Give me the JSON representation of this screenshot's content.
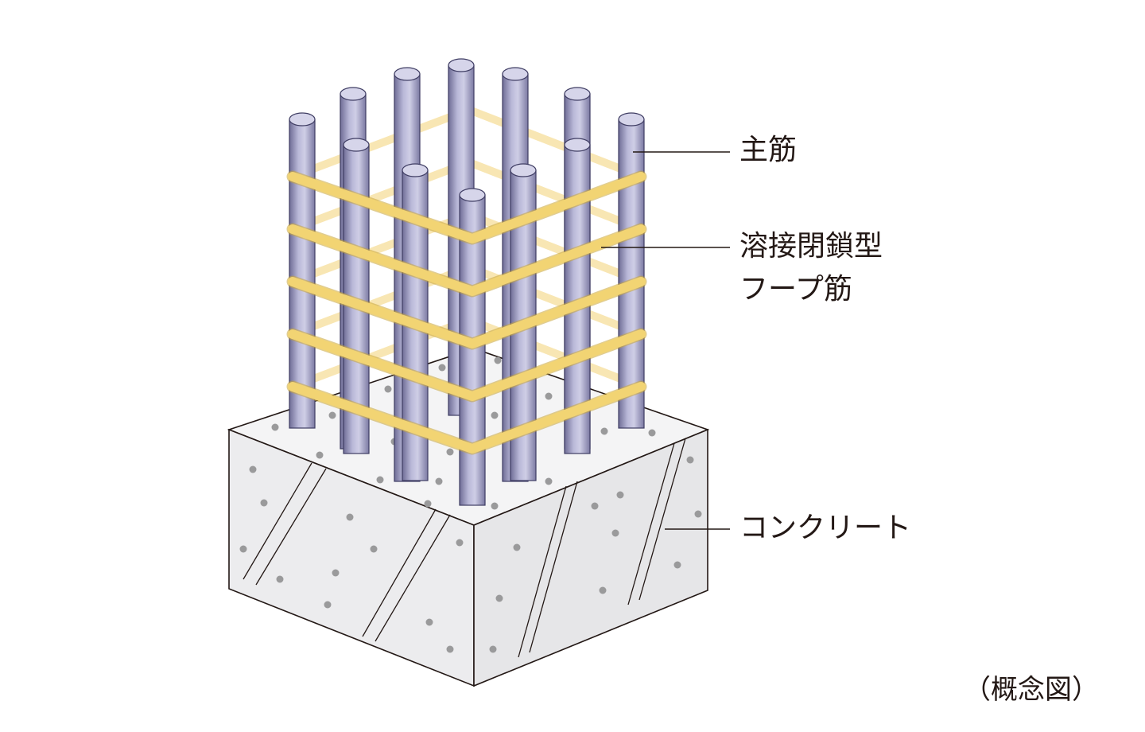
{
  "labels": {
    "main_rebar": "主筋",
    "hoop_line1": "溶接閉鎖型",
    "hoop_line2": "フープ筋",
    "concrete": "コンクリート",
    "note": "（概念図）"
  },
  "colors": {
    "rebar": "#a7a6c9",
    "hoop": "#f2d473",
    "concrete": "#f1f1f2",
    "aggregate_dot": "#9a9a9b",
    "outline": "#231815"
  }
}
